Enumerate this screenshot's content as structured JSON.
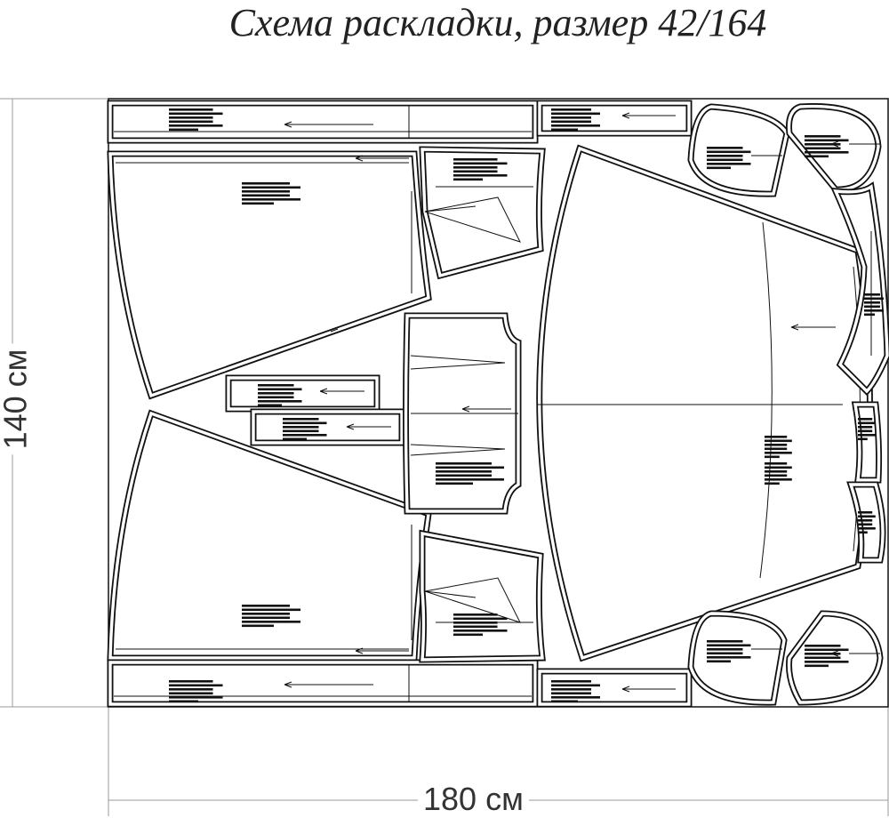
{
  "title": "Схема раскладки, размер 42/164",
  "dimensions": {
    "width_label": "180 см",
    "height_label": "140 см"
  },
  "colors": {
    "lines": "#111111",
    "dimension_lines": "#999999",
    "background": "#ffffff"
  }
}
